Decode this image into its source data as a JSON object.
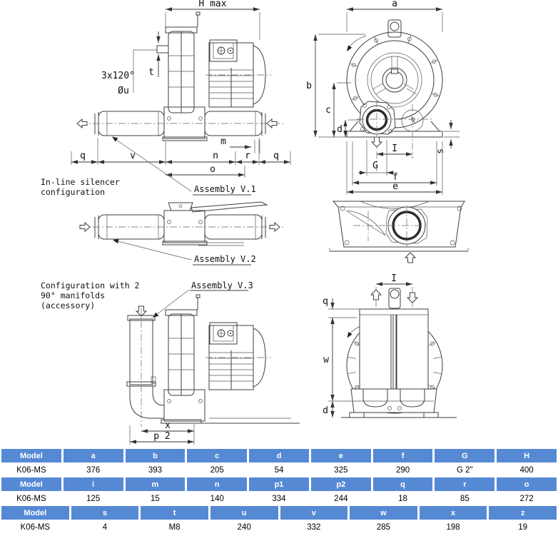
{
  "drawing": {
    "labels": {
      "h_max": "H max",
      "angle": "3x120°",
      "t": "t",
      "phi_u": "Øu",
      "q": "q",
      "v": "v",
      "n": "n",
      "r": "r",
      "m": "m",
      "o": "o",
      "a": "a",
      "b": "b",
      "c": "c",
      "d": "d",
      "s": "s",
      "cap_i": "I",
      "g": "G",
      "f": "f",
      "e": "e",
      "w": "w",
      "x": "x",
      "p2": "p 2",
      "assembly_v1": "Assembly V.1",
      "assembly_v2": "Assembly V.2",
      "assembly_v3": "Assembly V.3"
    },
    "notes": {
      "inline_line1": "In-line silencer",
      "inline_line2": "configuration",
      "config_line1": "Configuration with 2",
      "config_line2": "90° manifolds",
      "config_line3": "(accessory)"
    }
  },
  "tables": [
    {
      "headers": [
        "Model",
        "a",
        "b",
        "c",
        "d",
        "e",
        "f",
        "G",
        "H"
      ],
      "rows": [
        [
          "K06-MS",
          "376",
          "393",
          "205",
          "54",
          "325",
          "290",
          "G 2\"",
          "400"
        ]
      ]
    },
    {
      "headers": [
        "Model",
        "i",
        "m",
        "n",
        "p1",
        "p2",
        "q",
        "r",
        "o"
      ],
      "rows": [
        [
          "K06-MS",
          "125",
          "15",
          "140",
          "334",
          "244",
          "18",
          "85",
          "272"
        ]
      ]
    },
    {
      "headers": [
        "Model",
        "s",
        "t",
        "u",
        "v",
        "w",
        "x",
        "z"
      ],
      "rows": [
        [
          "K06-MS",
          "4",
          "M8",
          "240",
          "332",
          "285",
          "198",
          "19"
        ]
      ]
    }
  ],
  "colors": {
    "table_header_bg": "#5689D4",
    "table_header_text": "#FFFFFF",
    "line_color": "#3F3F3F"
  }
}
